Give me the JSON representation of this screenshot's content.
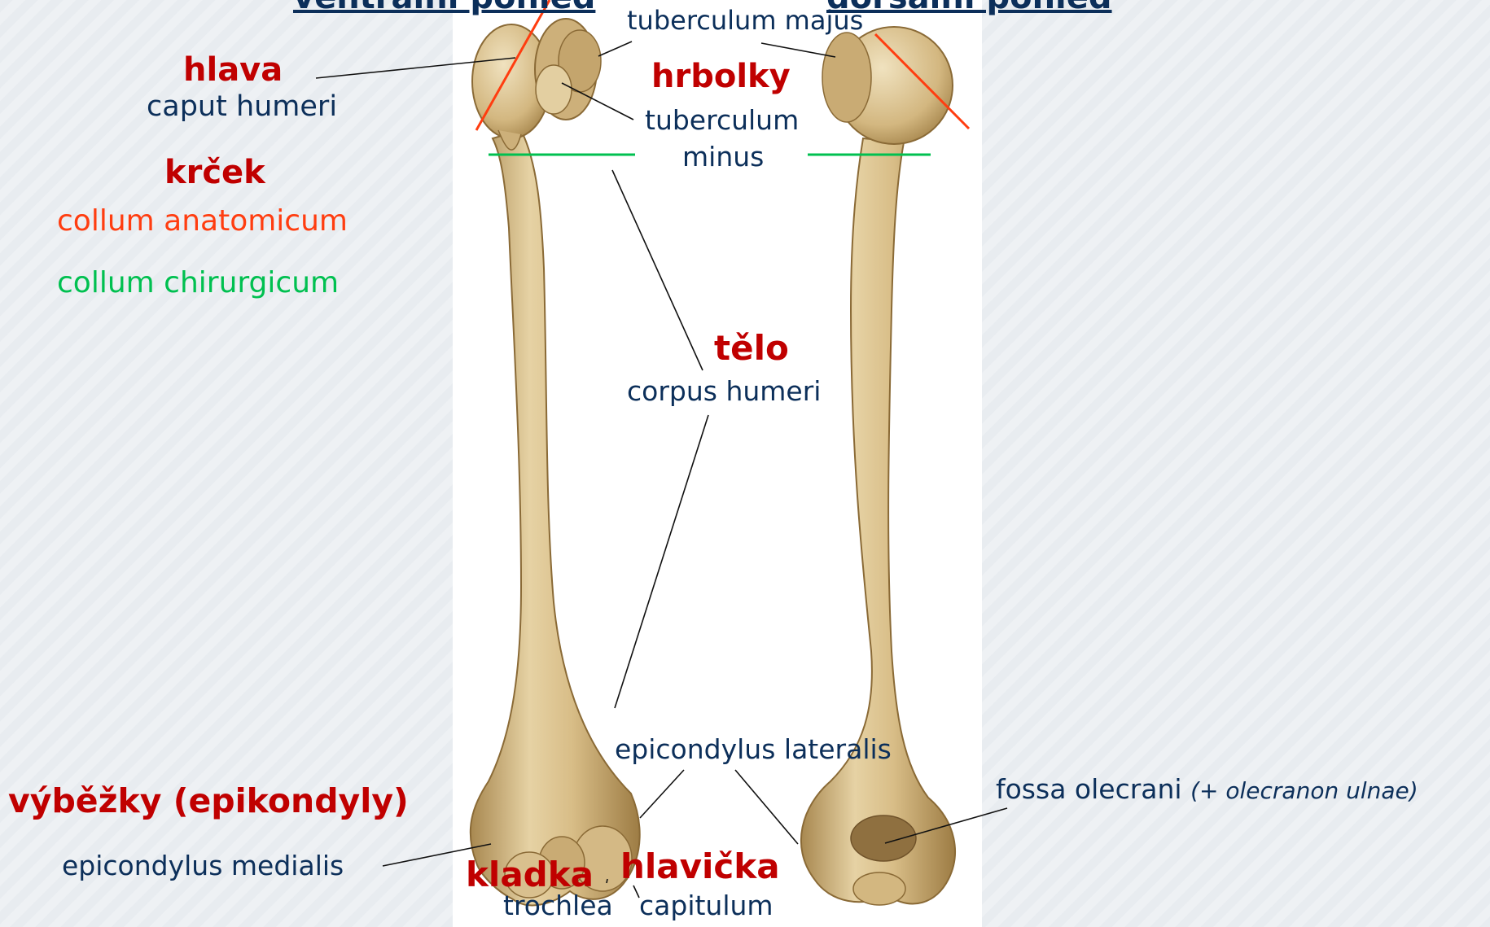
{
  "headers": {
    "left": "ventrální pohled",
    "right": "dorsální pohled"
  },
  "labels": {
    "hlava": "hlava",
    "caput_humeri": "caput humeri",
    "krcek": "krček",
    "collum_anatomicum": "collum anatomicum",
    "collum_chirurgicum": "collum chirurgicum",
    "tuberculum_majus": "tuberculum majus",
    "hrbolky": "hrbolky",
    "tuberculum_minus_1": "tuberculum",
    "tuberculum_minus_2": "minus",
    "telo": "tělo",
    "corpus_humeri": "corpus humeri",
    "epicondylus_lateralis": "epicondylus lateralis",
    "vybezky": "výběžky (epikondyly)",
    "epicondylus_medialis": "epicondylus medialis",
    "kladka": "kladka",
    "trochlea": "trochlea",
    "hlavicka": "hlavička",
    "capitulum": "capitulum",
    "fossa_olecrani": "fossa olecrani",
    "olecranon_note": "(+ olecranon ulnae)"
  },
  "colors": {
    "accent_red": "#c00000",
    "navy": "#0c2f5a",
    "collum_anatomicum_line": "#ff3d10",
    "collum_chirurgicum_line": "#00c050",
    "bone": "#d9c08e"
  }
}
